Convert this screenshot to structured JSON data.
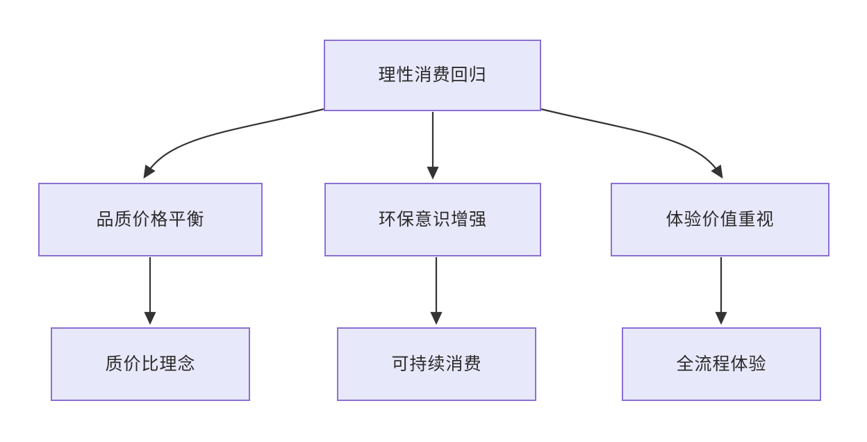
{
  "diagram": {
    "type": "flowchart",
    "direction": "top-down",
    "colors": {
      "node_fill": "#e8e8fb",
      "node_border": "#8b6fd4",
      "edge_stroke": "#333333",
      "text": "#2b2b2b",
      "background": "#ffffff"
    },
    "nodes": [
      {
        "id": "root",
        "label": "理性消费回归",
        "level": 0,
        "column": 1
      },
      {
        "id": "quality",
        "label": "品质价格平衡",
        "level": 1,
        "column": 0
      },
      {
        "id": "eco",
        "label": "环保意识增强",
        "level": 1,
        "column": 1
      },
      {
        "id": "exp",
        "label": "体验价值重视",
        "level": 1,
        "column": 2
      },
      {
        "id": "ratio",
        "label": "质价比理念",
        "level": 2,
        "column": 0
      },
      {
        "id": "sustain",
        "label": "可持续消费",
        "level": 2,
        "column": 1
      },
      {
        "id": "fullflow",
        "label": "全流程体验",
        "level": 2,
        "column": 2
      }
    ],
    "edges": [
      {
        "from": "root",
        "to": "quality",
        "style": "curved",
        "arrow": "end"
      },
      {
        "from": "root",
        "to": "eco",
        "style": "straight",
        "arrow": "end"
      },
      {
        "from": "root",
        "to": "exp",
        "style": "curved",
        "arrow": "end"
      },
      {
        "from": "quality",
        "to": "ratio",
        "style": "straight",
        "arrow": "end"
      },
      {
        "from": "eco",
        "to": "sustain",
        "style": "straight",
        "arrow": "end"
      },
      {
        "from": "exp",
        "to": "fullflow",
        "style": "straight",
        "arrow": "end"
      }
    ]
  }
}
